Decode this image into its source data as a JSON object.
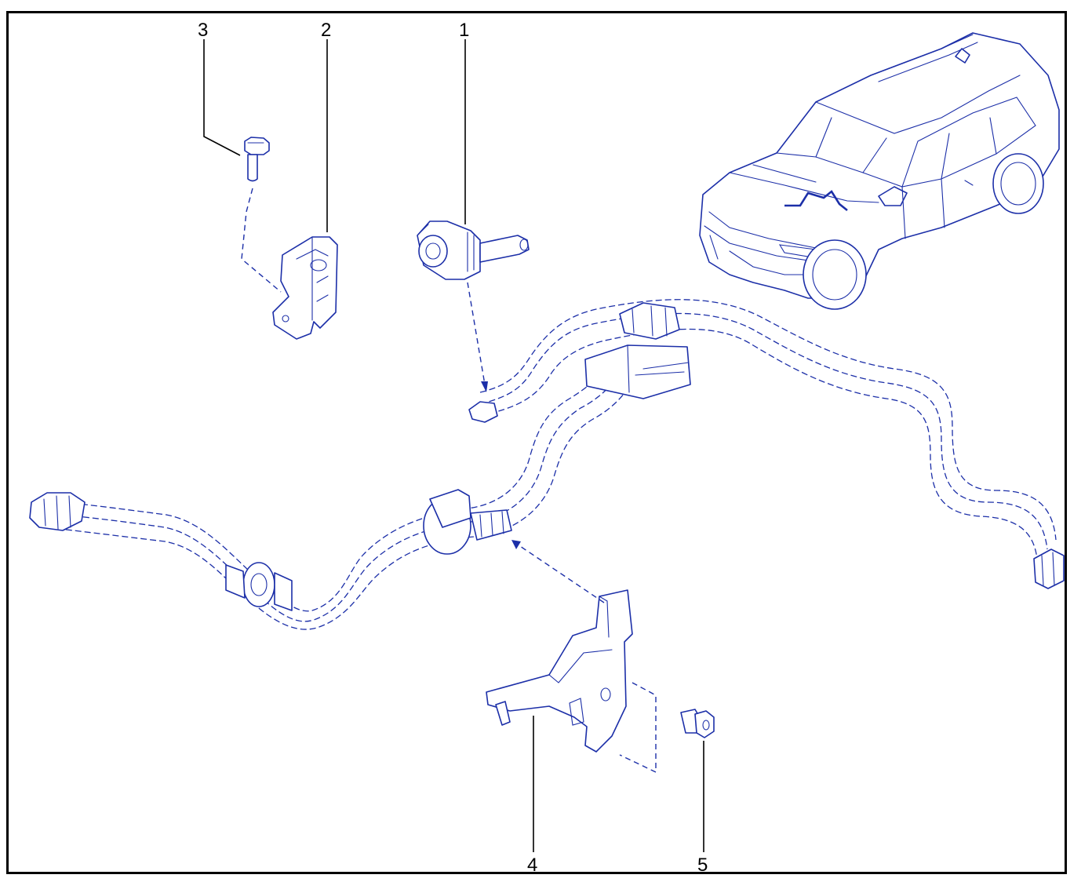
{
  "diagram": {
    "callouts": [
      {
        "id": "1",
        "label": "1"
      },
      {
        "id": "2",
        "label": "2"
      },
      {
        "id": "3",
        "label": "3"
      },
      {
        "id": "4",
        "label": "4"
      },
      {
        "id": "5",
        "label": "5"
      }
    ],
    "colors": {
      "line_art": "#1c2fa8",
      "callout": "#000000",
      "frame": "#000000"
    },
    "icons": [
      "vehicle-suv-icon",
      "sensor-part-icon",
      "bracket-part-icon",
      "bolt-icon",
      "mounting-bracket-icon",
      "wiring-harness-icon"
    ]
  }
}
